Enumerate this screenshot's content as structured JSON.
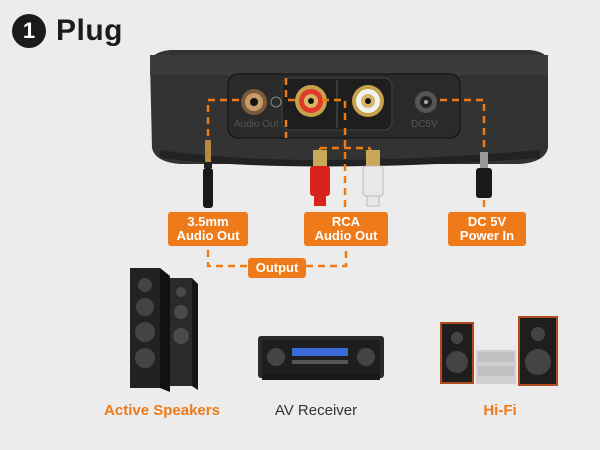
{
  "header": {
    "step": "1",
    "title": "Plug"
  },
  "device": {
    "port_audio_out_label": "Audio Out",
    "port_dc_label": "DC5V"
  },
  "connectors": [
    {
      "id": "aux",
      "line1": "3.5mm",
      "line2": "Audio Out"
    },
    {
      "id": "rca",
      "line1": "RCA",
      "line2": "Audio Out"
    },
    {
      "id": "dc",
      "line1": "DC 5V",
      "line2": "Power In"
    }
  ],
  "output_label": "Output",
  "devices": [
    {
      "id": "speakers",
      "label": "Active Speakers"
    },
    {
      "id": "receiver",
      "label": "AV Receiver"
    },
    {
      "id": "hifi",
      "label": "Hi-Fi"
    }
  ],
  "colors": {
    "accent": "#ee7a1a",
    "dark": "#1b1b1b",
    "background": "#ececec"
  }
}
